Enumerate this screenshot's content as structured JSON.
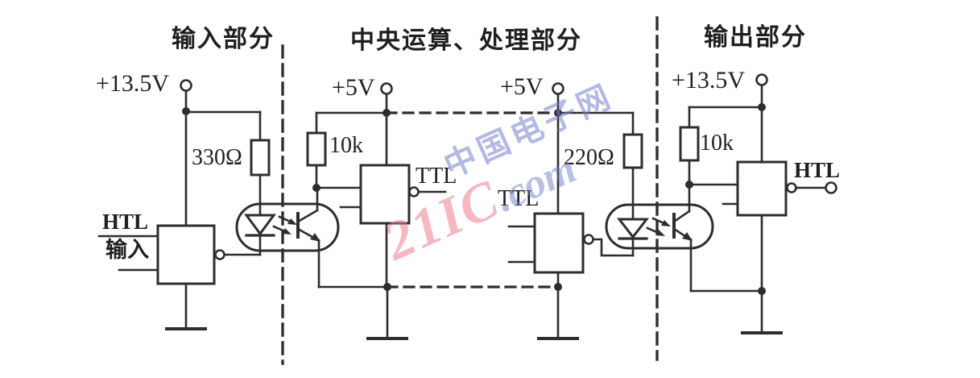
{
  "page": {
    "background": "#ffffff",
    "line_color": "#2d2d2d"
  },
  "sections": {
    "input": {
      "title": "输入部分"
    },
    "central": {
      "title": "中央运算、处理部分"
    },
    "output": {
      "title": "输出部分"
    }
  },
  "labels": {
    "input_supply": "+13.5V",
    "input_resistor": "330Ω",
    "input_signal": "HTL",
    "input_signal_cn": "输入",
    "central_supply_left": "+5V",
    "central_pullup": "10k",
    "central_ttl_out": "TTL",
    "central_supply_right": "+5V",
    "central_ttl_in": "TTL",
    "central_led_resistor": "220Ω",
    "output_supply": "+13.5V",
    "output_pullup": "10k",
    "output_signal": "HTL"
  },
  "watermark": {
    "site_cn": "中国电子网",
    "brand": "21IC",
    "brand_suffix": ".com",
    "pink": "#ec7d8c",
    "blue": "#7480ca"
  }
}
